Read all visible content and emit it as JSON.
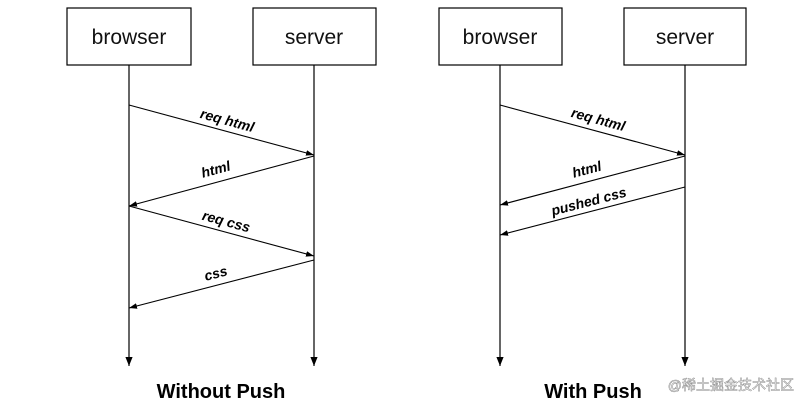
{
  "diagrams": [
    {
      "id": "without-push",
      "caption": "Without Push",
      "actors": {
        "left": "browser",
        "right": "server"
      },
      "messages": [
        {
          "label": "req html",
          "from": "left",
          "to": "right"
        },
        {
          "label": "html",
          "from": "right",
          "to": "left"
        },
        {
          "label": "req css",
          "from": "left",
          "to": "right"
        },
        {
          "label": "css",
          "from": "right",
          "to": "left"
        }
      ]
    },
    {
      "id": "with-push",
      "caption": "With Push",
      "actors": {
        "left": "browser",
        "right": "server"
      },
      "messages": [
        {
          "label": "req html",
          "from": "left",
          "to": "right"
        },
        {
          "label": "html",
          "from": "right",
          "to": "left"
        },
        {
          "label": "pushed css",
          "from": "right",
          "to": "left"
        }
      ]
    }
  ],
  "watermark": "@稀土掘金技术社区",
  "colors": {
    "line": "#000000",
    "box_fill": "#ffffff",
    "background": "#ffffff"
  }
}
